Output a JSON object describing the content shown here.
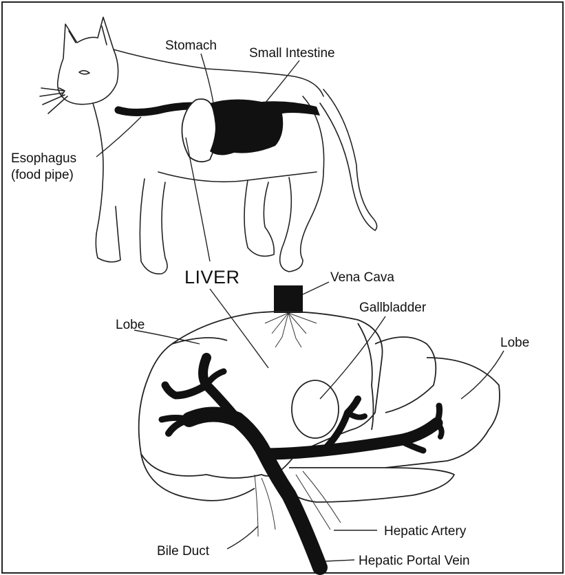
{
  "labels": {
    "stomach": "Stomach",
    "small_intestine": "Small Intestine",
    "esophagus_1": "Esophagus",
    "esophagus_2": "(food pipe)",
    "liver": "LIVER",
    "vena_cava": "Vena Cava",
    "gallbladder": "Gallbladder",
    "lobe_left": "Lobe",
    "lobe_right": "Lobe",
    "bile_duct": "Bile Duct",
    "hepatic_artery": "Hepatic Artery",
    "hepatic_portal_vein": "Hepatic Portal Vein"
  }
}
